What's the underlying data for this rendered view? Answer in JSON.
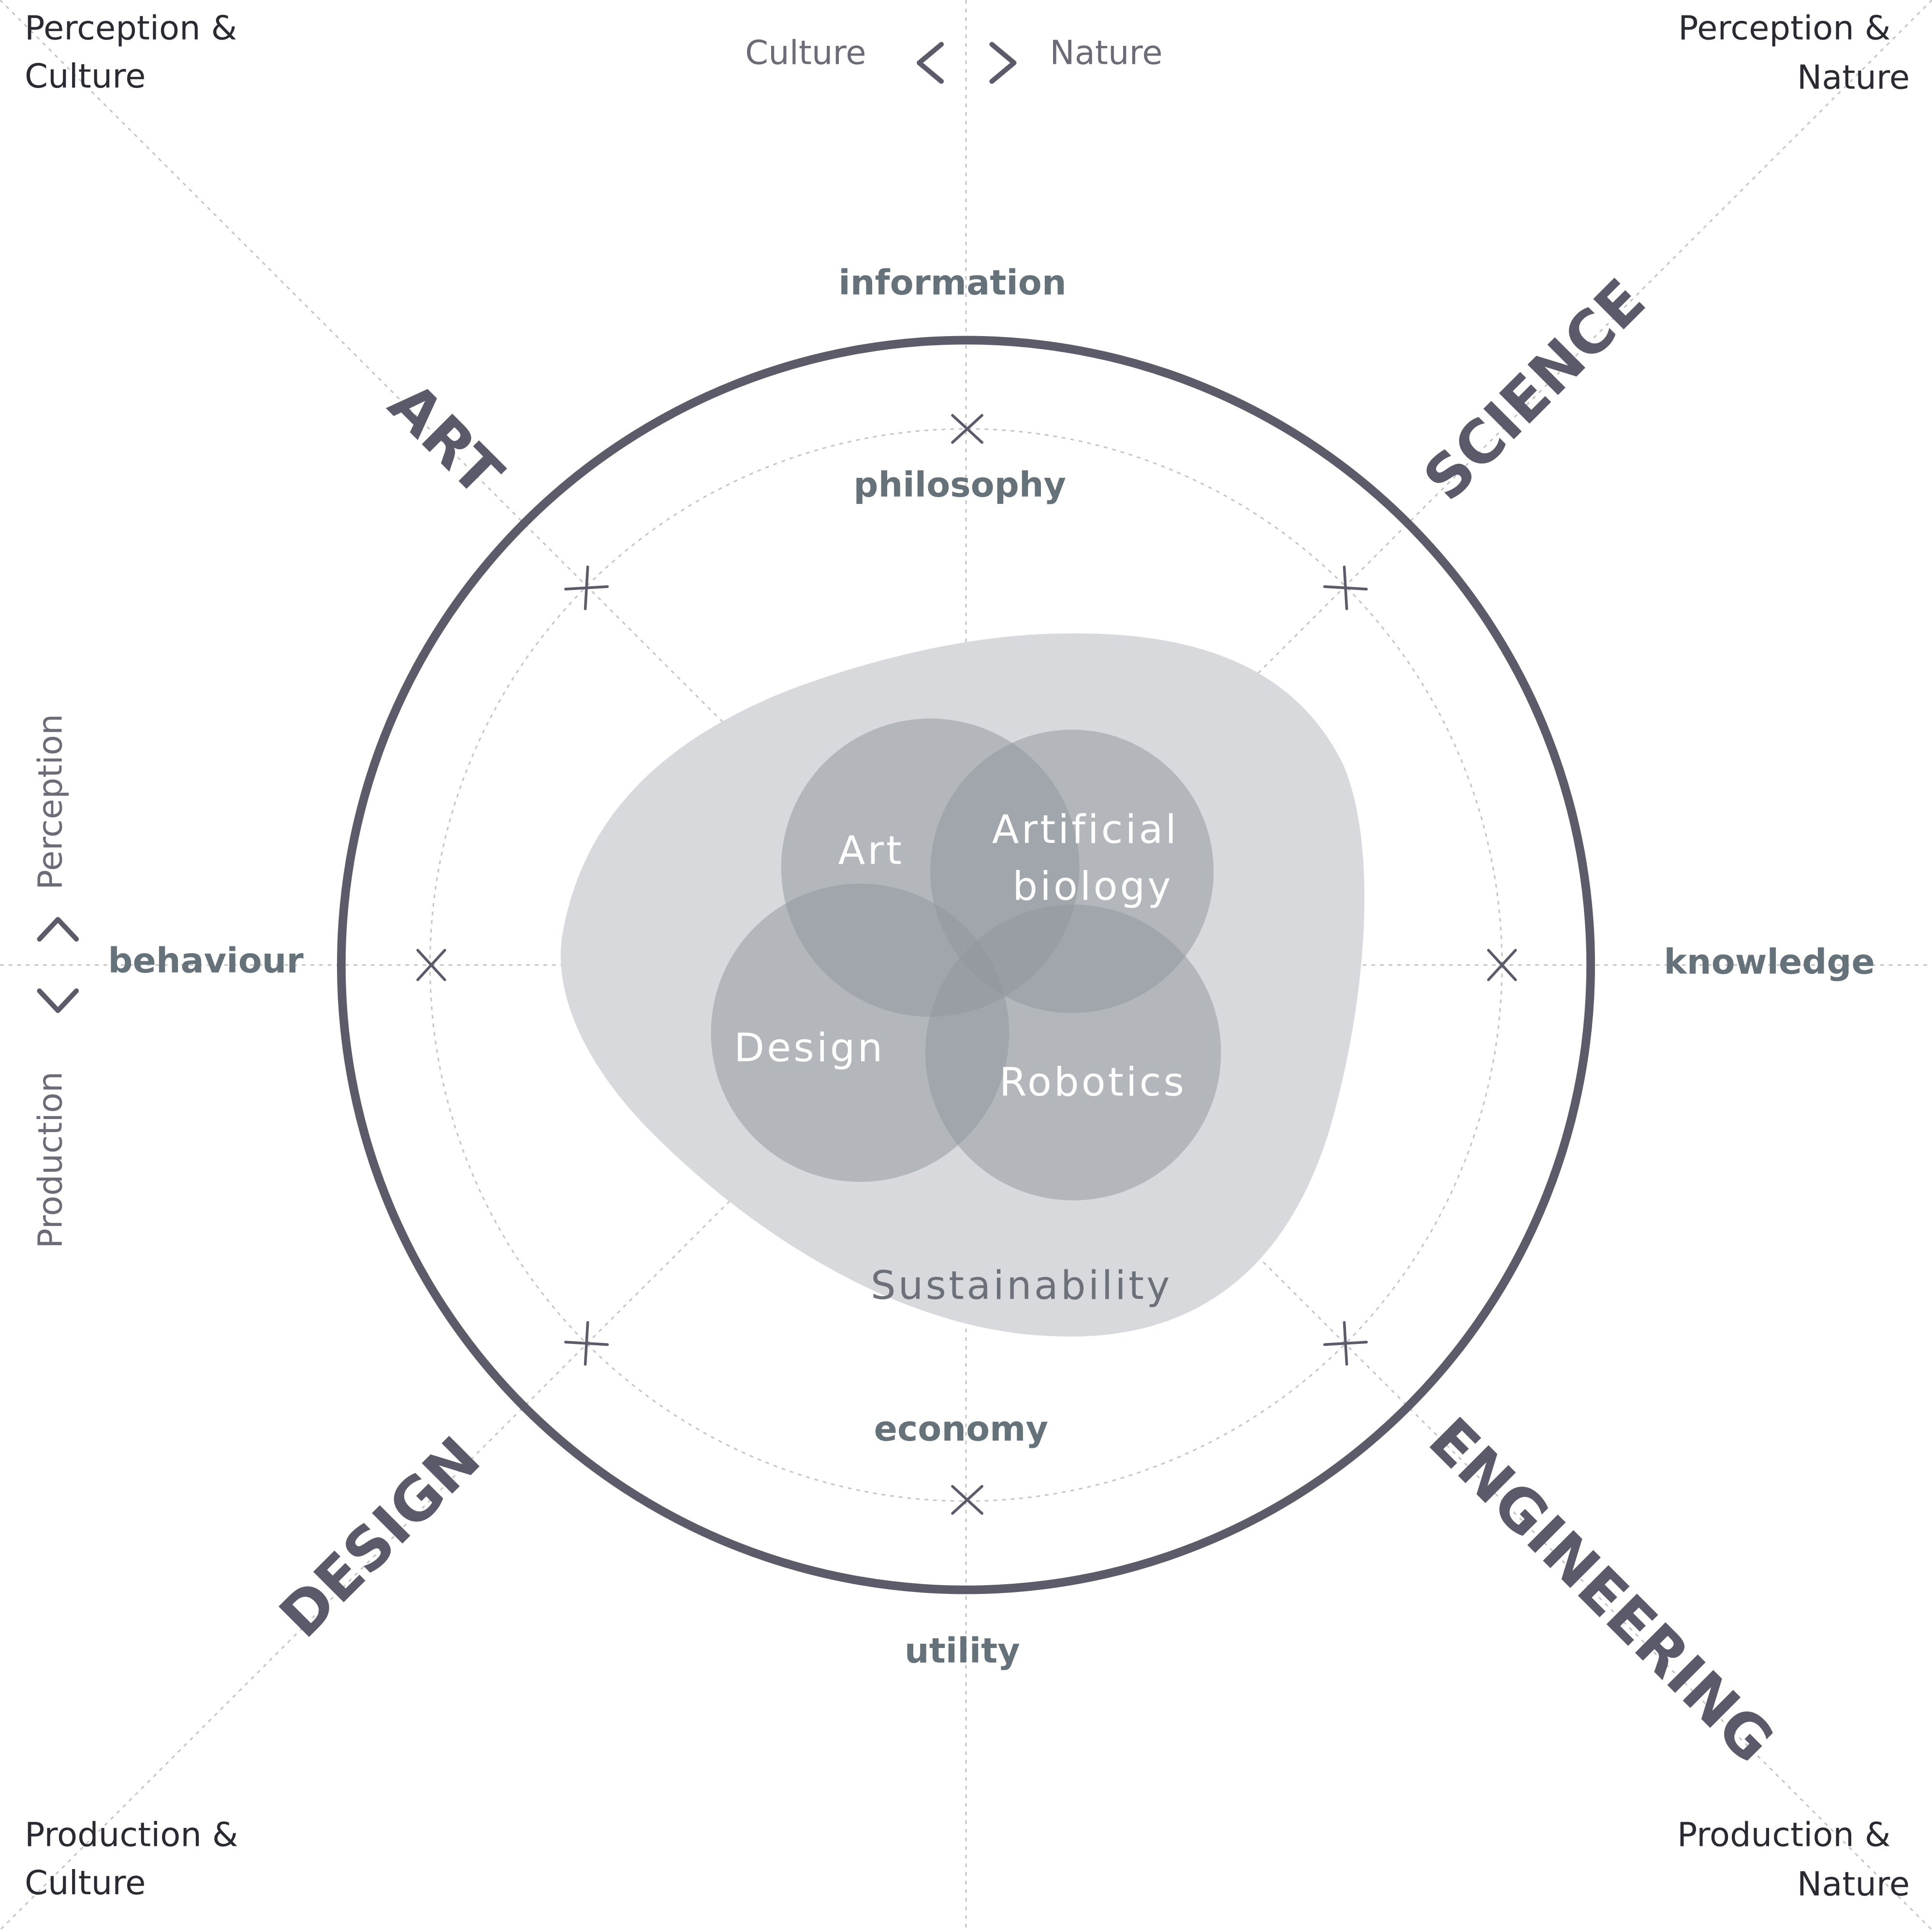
{
  "corners": {
    "top_left": [
      "Perception &",
      "Culture"
    ],
    "top_right": [
      "Perception &",
      "Nature"
    ],
    "bottom_left": [
      "Production &",
      "Culture"
    ],
    "bottom_right": [
      "Production &",
      "Nature"
    ]
  },
  "horizontal_axis": {
    "left": "Culture",
    "right": "Nature"
  },
  "vertical_axis": {
    "top": "Perception",
    "bottom": "Production"
  },
  "poles": {
    "top": "information",
    "inner_top": "philosophy",
    "left": "behaviour",
    "right": "knowledge",
    "inner_bottom": "economy",
    "bottom": "utility"
  },
  "disciplines": {
    "top_left": "ART",
    "top_right": "SCIENCE",
    "bottom_left": "DESIGN",
    "bottom_right": "ENGINEERING"
  },
  "venn": {
    "art": "Art",
    "artificial_biology": [
      "Artificial",
      "biology"
    ],
    "design": "Design",
    "robotics": "Robotics"
  },
  "blob_label": "Sustainability",
  "colors": {
    "ring": "#5c5b69",
    "blob": "#d7d9dc",
    "circle": "#a9adb2",
    "dashed": "#c4c4c8",
    "marker": "#5c5b69"
  }
}
